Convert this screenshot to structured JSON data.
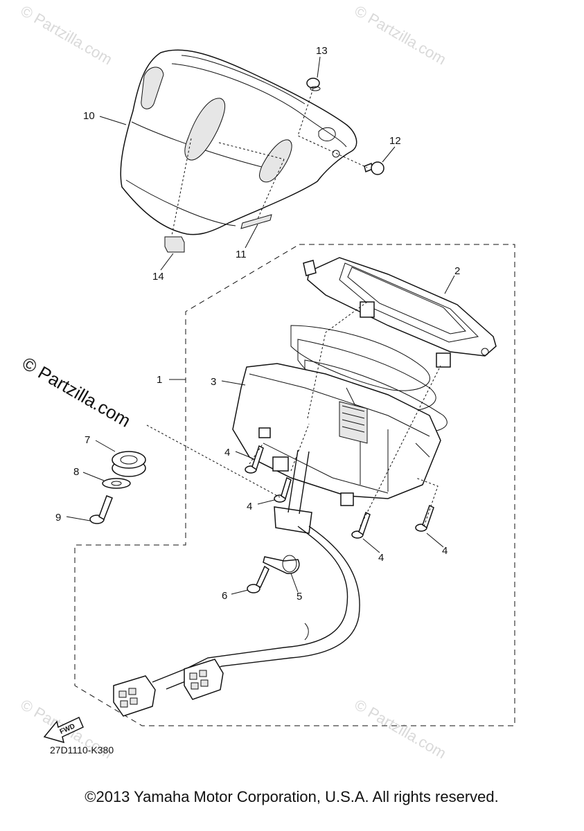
{
  "watermark": {
    "small": "© Partzilla.com",
    "large": "© Partzilla.com"
  },
  "callouts": {
    "c1": "1",
    "c2": "2",
    "c3": "3",
    "c4a": "4",
    "c4b": "4",
    "c4c": "4",
    "c4d": "4",
    "c5": "5",
    "c6": "6",
    "c7": "7",
    "c8": "8",
    "c9": "9",
    "c10": "10",
    "c11": "11",
    "c12": "12",
    "c13": "13",
    "c14": "14"
  },
  "fwd_label": "FWD",
  "diagram_code": "27D1110-K380",
  "copyright": "©2013 Yamaha Motor Corporation, U.S.A. All rights reserved."
}
